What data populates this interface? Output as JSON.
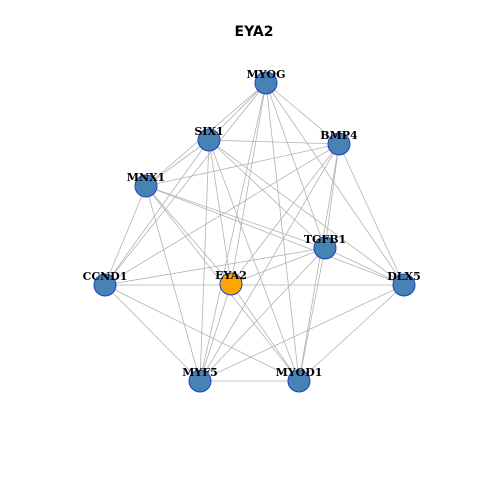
{
  "title": "EYA2",
  "colors": {
    "hub": "#ffa500",
    "node": "#4682b4",
    "edge": "#b3b3b3"
  },
  "nodes": [
    {
      "id": "MYOG",
      "label": "MYOG",
      "hub": false
    },
    {
      "id": "SIX1",
      "label": "SIX1",
      "hub": false
    },
    {
      "id": "BMP4",
      "label": "BMP4",
      "hub": false
    },
    {
      "id": "MNX1",
      "label": "MNX1",
      "hub": false
    },
    {
      "id": "TGFB1",
      "label": "TGFB1",
      "hub": false
    },
    {
      "id": "CCND1",
      "label": "CCND1",
      "hub": false
    },
    {
      "id": "EYA2",
      "label": "EYA2",
      "hub": true
    },
    {
      "id": "DLX5",
      "label": "DLX5",
      "hub": false
    },
    {
      "id": "MYF5",
      "label": "MYF5",
      "hub": false
    },
    {
      "id": "MYOD1",
      "label": "MYOD1",
      "hub": false
    }
  ],
  "edges": [
    [
      "MYOG",
      "SIX1"
    ],
    [
      "MYOG",
      "BMP4"
    ],
    [
      "MYOG",
      "MNX1"
    ],
    [
      "MYOG",
      "TGFB1"
    ],
    [
      "MYOG",
      "CCND1"
    ],
    [
      "MYOG",
      "EYA2"
    ],
    [
      "MYOG",
      "DLX5"
    ],
    [
      "MYOG",
      "MYF5"
    ],
    [
      "MYOG",
      "MYOD1"
    ],
    [
      "SIX1",
      "BMP4"
    ],
    [
      "SIX1",
      "MNX1"
    ],
    [
      "SIX1",
      "TGFB1"
    ],
    [
      "SIX1",
      "CCND1"
    ],
    [
      "SIX1",
      "EYA2"
    ],
    [
      "SIX1",
      "DLX5"
    ],
    [
      "SIX1",
      "MYF5"
    ],
    [
      "SIX1",
      "MYOD1"
    ],
    [
      "BMP4",
      "MNX1"
    ],
    [
      "BMP4",
      "TGFB1"
    ],
    [
      "BMP4",
      "EYA2"
    ],
    [
      "BMP4",
      "DLX5"
    ],
    [
      "BMP4",
      "MYF5"
    ],
    [
      "BMP4",
      "MYOD1"
    ],
    [
      "BMP4",
      "CCND1"
    ],
    [
      "MNX1",
      "TGFB1"
    ],
    [
      "MNX1",
      "CCND1"
    ],
    [
      "MNX1",
      "EYA2"
    ],
    [
      "MNX1",
      "MYF5"
    ],
    [
      "MNX1",
      "MYOD1"
    ],
    [
      "MNX1",
      "DLX5"
    ],
    [
      "TGFB1",
      "CCND1"
    ],
    [
      "TGFB1",
      "DLX5"
    ],
    [
      "TGFB1",
      "MYF5"
    ],
    [
      "TGFB1",
      "MYOD1"
    ],
    [
      "TGFB1",
      "EYA2"
    ],
    [
      "CCND1",
      "DLX5"
    ],
    [
      "CCND1",
      "MYF5"
    ],
    [
      "CCND1",
      "MYOD1"
    ],
    [
      "EYA2",
      "MYF5"
    ],
    [
      "EYA2",
      "MYOD1"
    ],
    [
      "DLX5",
      "MYF5"
    ],
    [
      "DLX5",
      "MYOD1"
    ],
    [
      "MYF5",
      "MYOD1"
    ]
  ]
}
